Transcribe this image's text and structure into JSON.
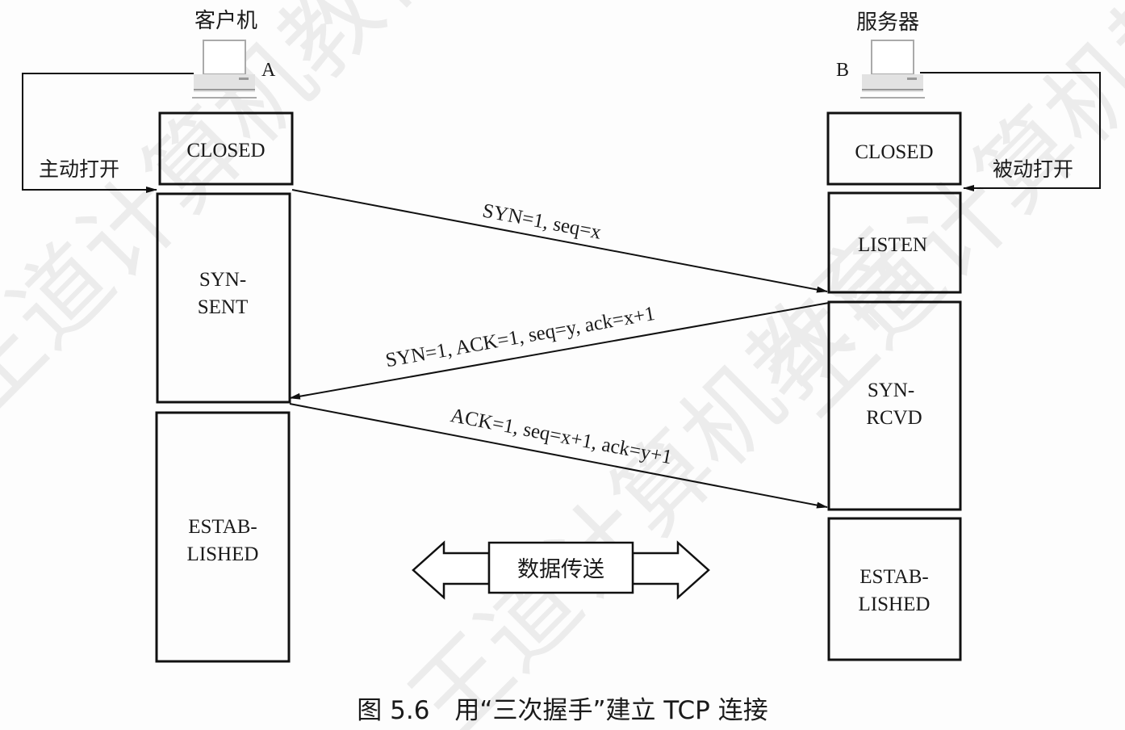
{
  "watermark": "王道计算机教育",
  "client": {
    "title": "客户机",
    "host_label": "A",
    "open_label": "主动打开",
    "states": [
      "CLOSED",
      [
        "SYN-",
        "SENT"
      ],
      [
        "ESTAB-",
        "LISHED"
      ]
    ]
  },
  "server": {
    "title": "服务器",
    "host_label": "B",
    "open_label": "被动打开",
    "states": [
      "CLOSED",
      "LISTEN",
      [
        "SYN-",
        "RCVD"
      ],
      [
        "ESTAB-",
        "LISHED"
      ]
    ]
  },
  "messages": [
    {
      "direction": "A-to-B",
      "label": "SYN=1, seq=x"
    },
    {
      "direction": "B-to-A",
      "label": "SYN=1, ACK=1, seq=y, ack=x+1"
    },
    {
      "direction": "A-to-B",
      "label": "ACK=1, seq=x+1, ack=y+1"
    }
  ],
  "data_transfer_label": "数据传送",
  "caption": "图 5.6　用“三次握手”建立 TCP 连接"
}
